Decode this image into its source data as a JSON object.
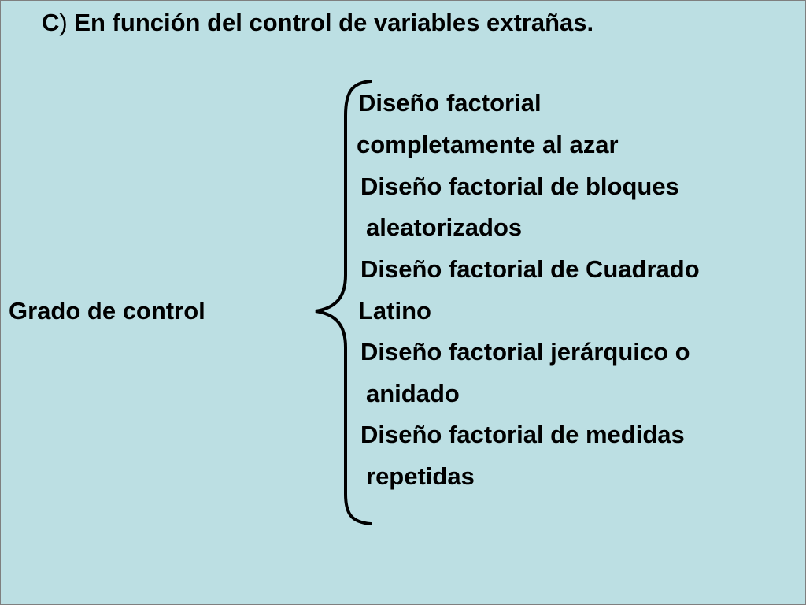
{
  "heading": {
    "letter": "C",
    "paren": ")",
    "text": " En función del control de variables extrañas."
  },
  "left_label": "Grado de control",
  "designs": [
    {
      "lines": [
        "Diseño factorial",
        "completamente al azar"
      ]
    },
    {
      "lines": [
        "Diseño factorial de bloques",
        "aleatorizados"
      ]
    },
    {
      "lines": [
        "Diseño factorial de Cuadrado",
        "Latino"
      ]
    },
    {
      "lines": [
        "Diseño factorial jerárquico o",
        "anidado"
      ]
    },
    {
      "lines": [
        "Diseño factorial de medidas",
        "repetidas"
      ]
    }
  ],
  "colors": {
    "background": "#bcdfe3",
    "text": "#000000"
  }
}
